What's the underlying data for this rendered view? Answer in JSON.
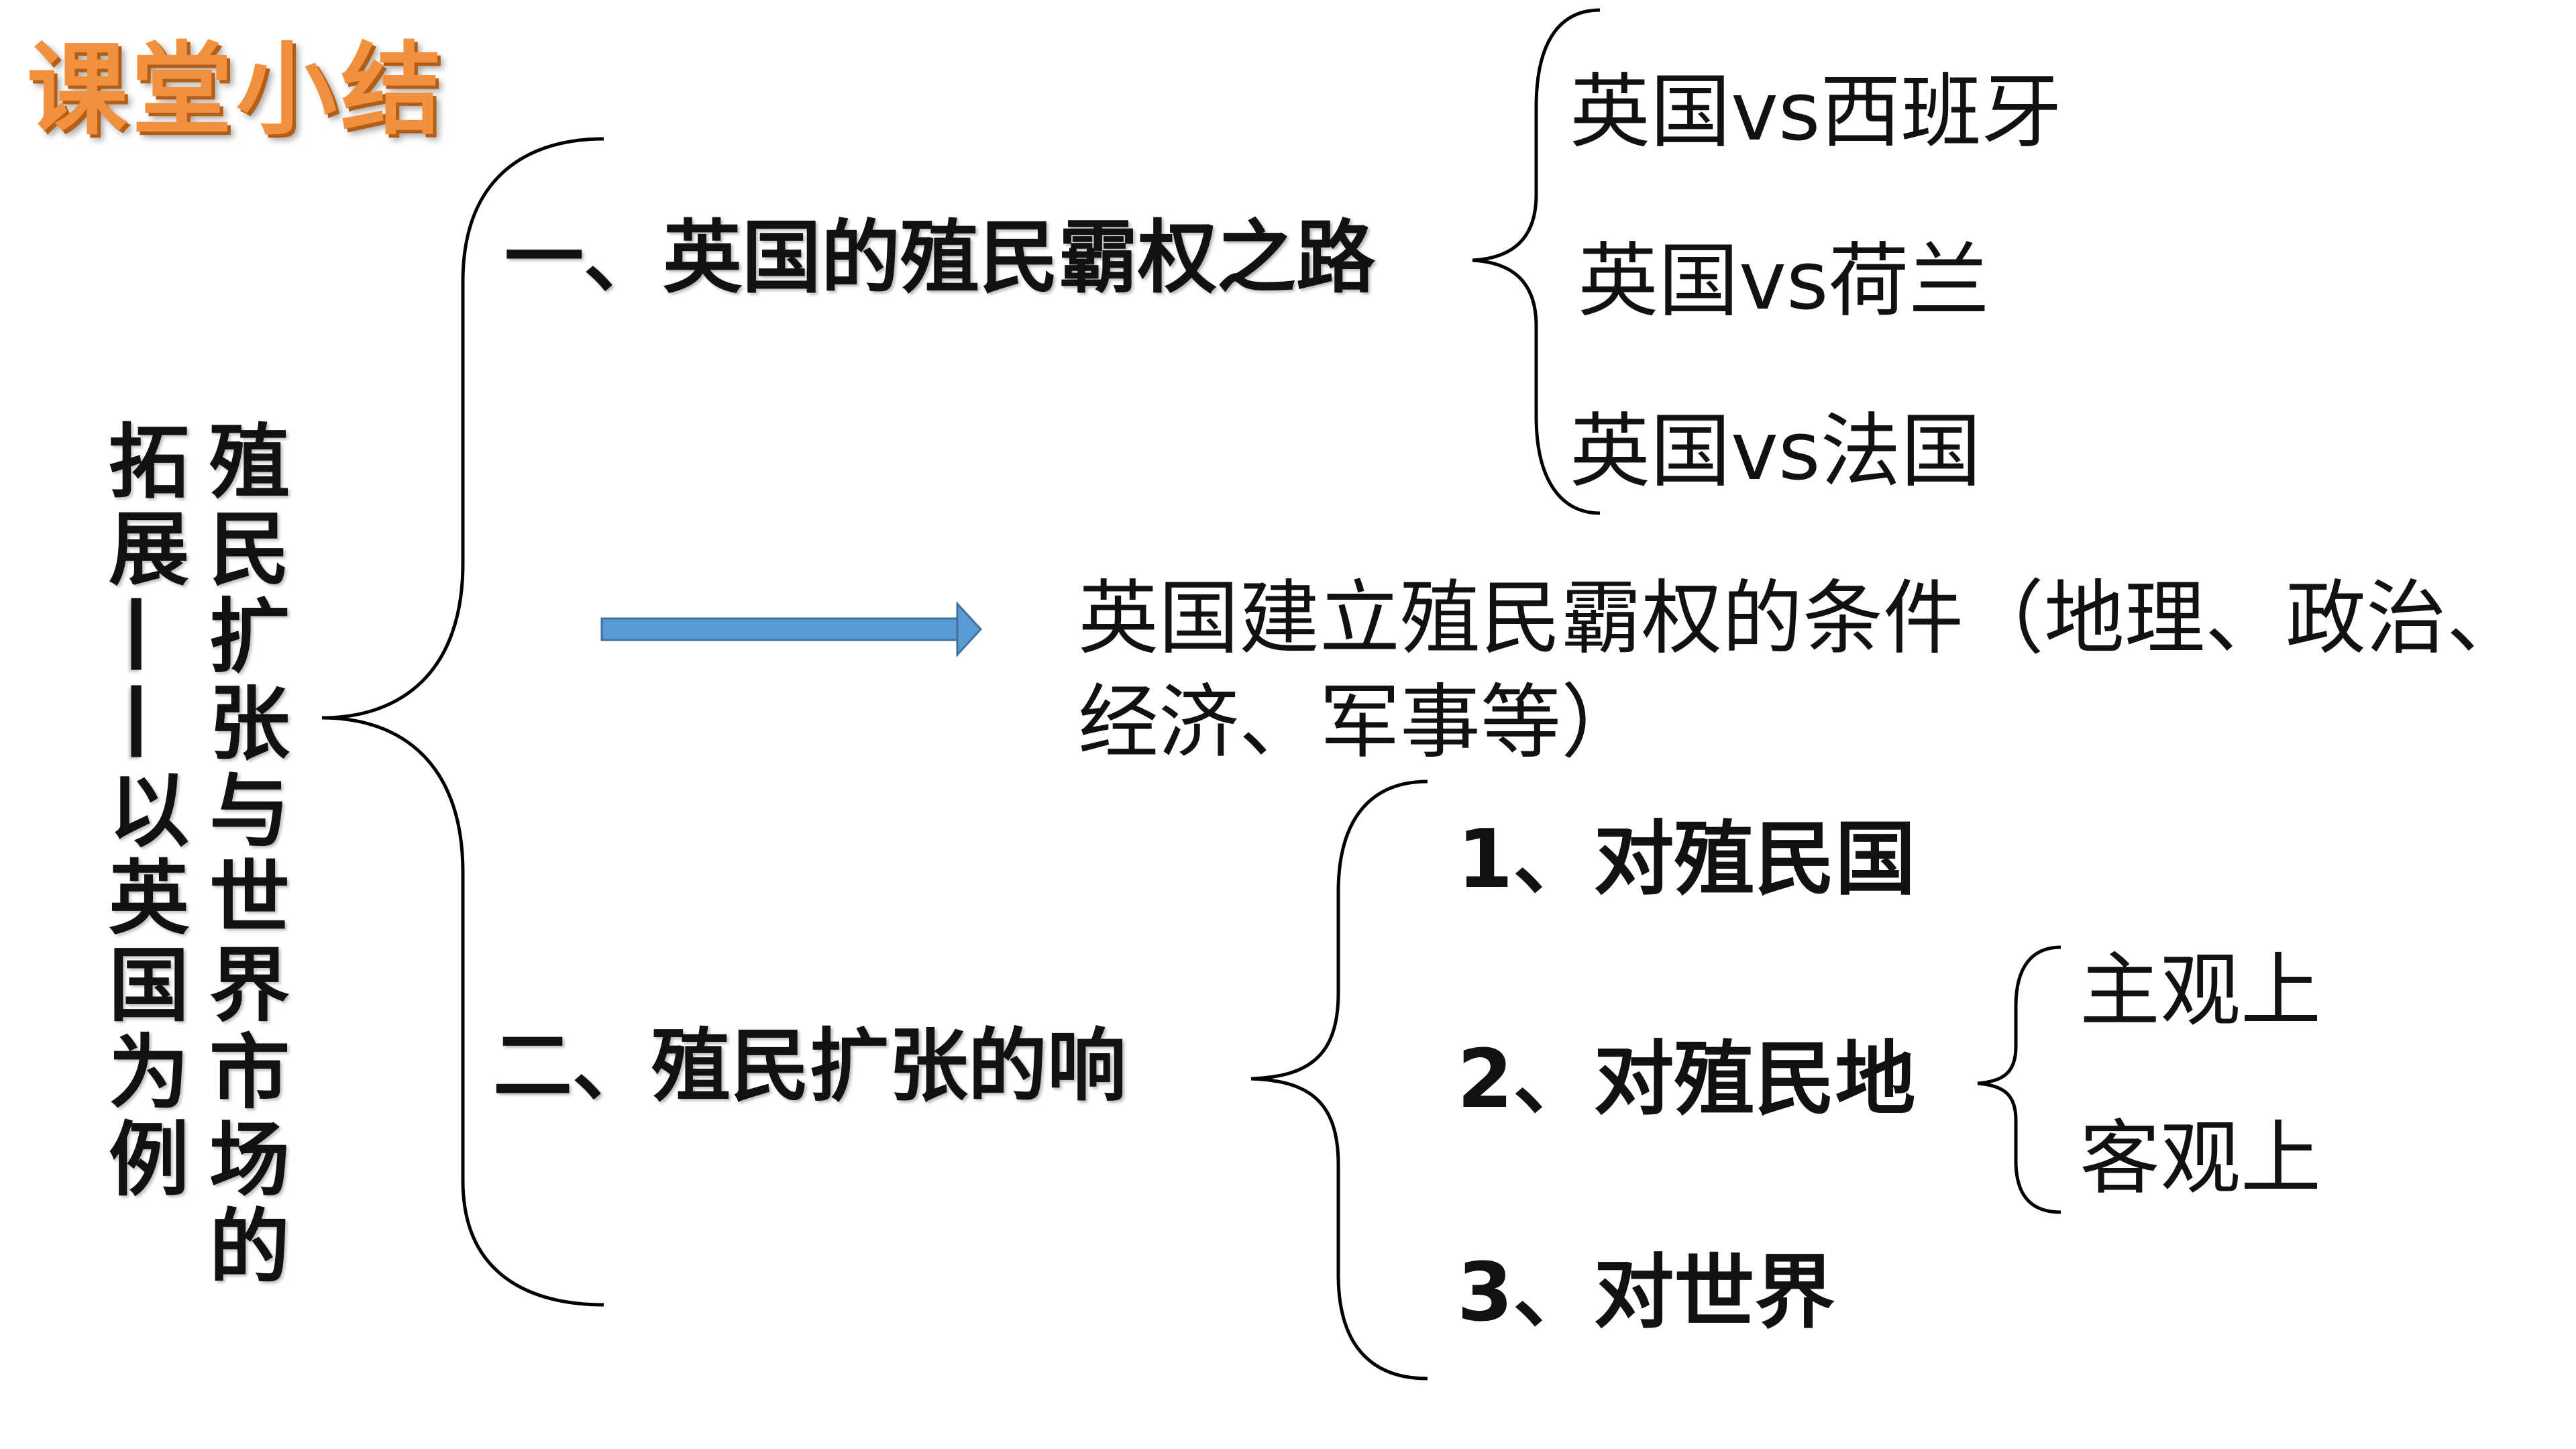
{
  "slide": {
    "title": "课堂小结",
    "topic_line1": "殖民扩张与世界市场的",
    "topic_line2": "拓展——以英国为例"
  },
  "section1": {
    "label": "一、英国的殖民霸权之路",
    "items": [
      "英国vs西班牙",
      "英国vs荷兰",
      "英国vs法国"
    ]
  },
  "conditions": {
    "line1": "英国建立殖民霸权的条件（地理、政治、",
    "line2": "经济、军事等）"
  },
  "section2": {
    "label": "二、殖民扩张的响",
    "items": [
      "1、对殖民国",
      "2、对殖民地",
      "3、对世界"
    ],
    "colony_sub": [
      "主观上",
      "客观上"
    ]
  },
  "colors": {
    "title": "#f2913d",
    "arrow": "#5b9bd5",
    "text": "#111111",
    "bracket": "#000000"
  },
  "icons": {
    "arrow": "right-arrow-icon",
    "braces": "curly-brace-icon"
  }
}
